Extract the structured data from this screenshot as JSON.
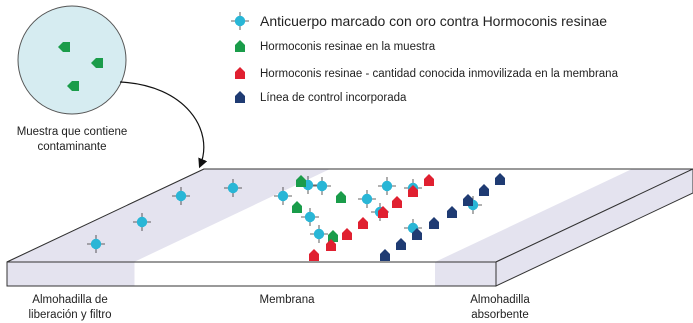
{
  "legend": {
    "antibody": "Anticuerpo marcado con oro contra Hormoconis resinae",
    "sample": "Hormoconis resinae en la muestra",
    "known": "Hormoconis resinae - cantidad conocida inmovilizada en la membrana",
    "control": "Línea de control incorporada"
  },
  "sample_circle": {
    "label_line1": "Muestra que contiene",
    "label_line2": "contaminante"
  },
  "strip_labels": {
    "release_line1": "Almohadilla de",
    "release_line2": "liberación y filtro",
    "membrane": "Membrana",
    "absorbent_line1": "Almohadilla",
    "absorbent_line2": "absorbente"
  },
  "colors": {
    "antibody": "#29b6d6",
    "sample": "#1a9c4a",
    "known": "#e02030",
    "control": "#1f3b73",
    "pad": "#e4e3ef",
    "circle_fill": "#d6ecf1"
  },
  "icons": {
    "antibody": "gold-labeled-antibody-icon",
    "sample": "green-antigen-icon",
    "known": "red-antigen-icon",
    "control": "blue-control-icon"
  }
}
